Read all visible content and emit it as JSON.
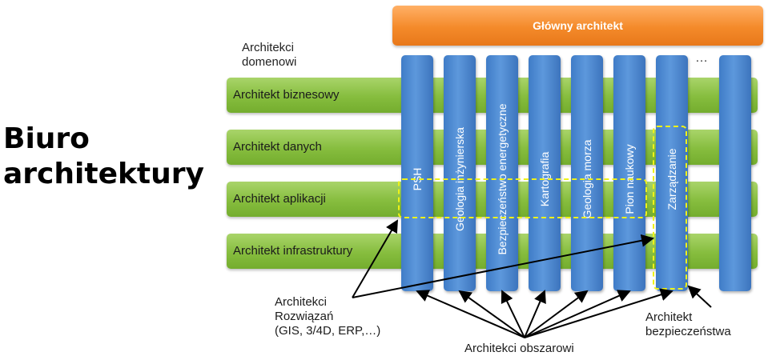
{
  "title": {
    "line1": "Biuro",
    "line2": "architektury"
  },
  "domain_architects": {
    "line1": "Architekci",
    "line2": "domenowi"
  },
  "chief_architect": "Główny architekt",
  "domain_bars": [
    {
      "label": "Architekt biznesowy"
    },
    {
      "label": "Architekt danych"
    },
    {
      "label": "Architekt aplikacji"
    },
    {
      "label": "Architekt infrastruktury"
    }
  ],
  "area_columns": [
    {
      "label": "PSH"
    },
    {
      "label": "Geologia inżynierska"
    },
    {
      "label": "Bezpieczeństwo energetyczne"
    },
    {
      "label": "Kartografia"
    },
    {
      "label": "Geologia morza"
    },
    {
      "label": "Pion naukowy"
    },
    {
      "label": "Zarządzanie"
    },
    {
      "label": ""
    }
  ],
  "ellipsis": "…",
  "solution_architects": {
    "line1": "Architekci",
    "line2": "Rozwiązań",
    "line3": "(GIS, 3/4D, ERP,…)"
  },
  "area_architects": "Architekci obszarowi",
  "security_architect": {
    "line1": "Architekt",
    "line2": "bezpieczeństwa"
  },
  "colors": {
    "chief": "#f48a2a",
    "domain_bar": "#86bd3e",
    "area_column": "#4a86cf",
    "highlight": "#eef218"
  }
}
